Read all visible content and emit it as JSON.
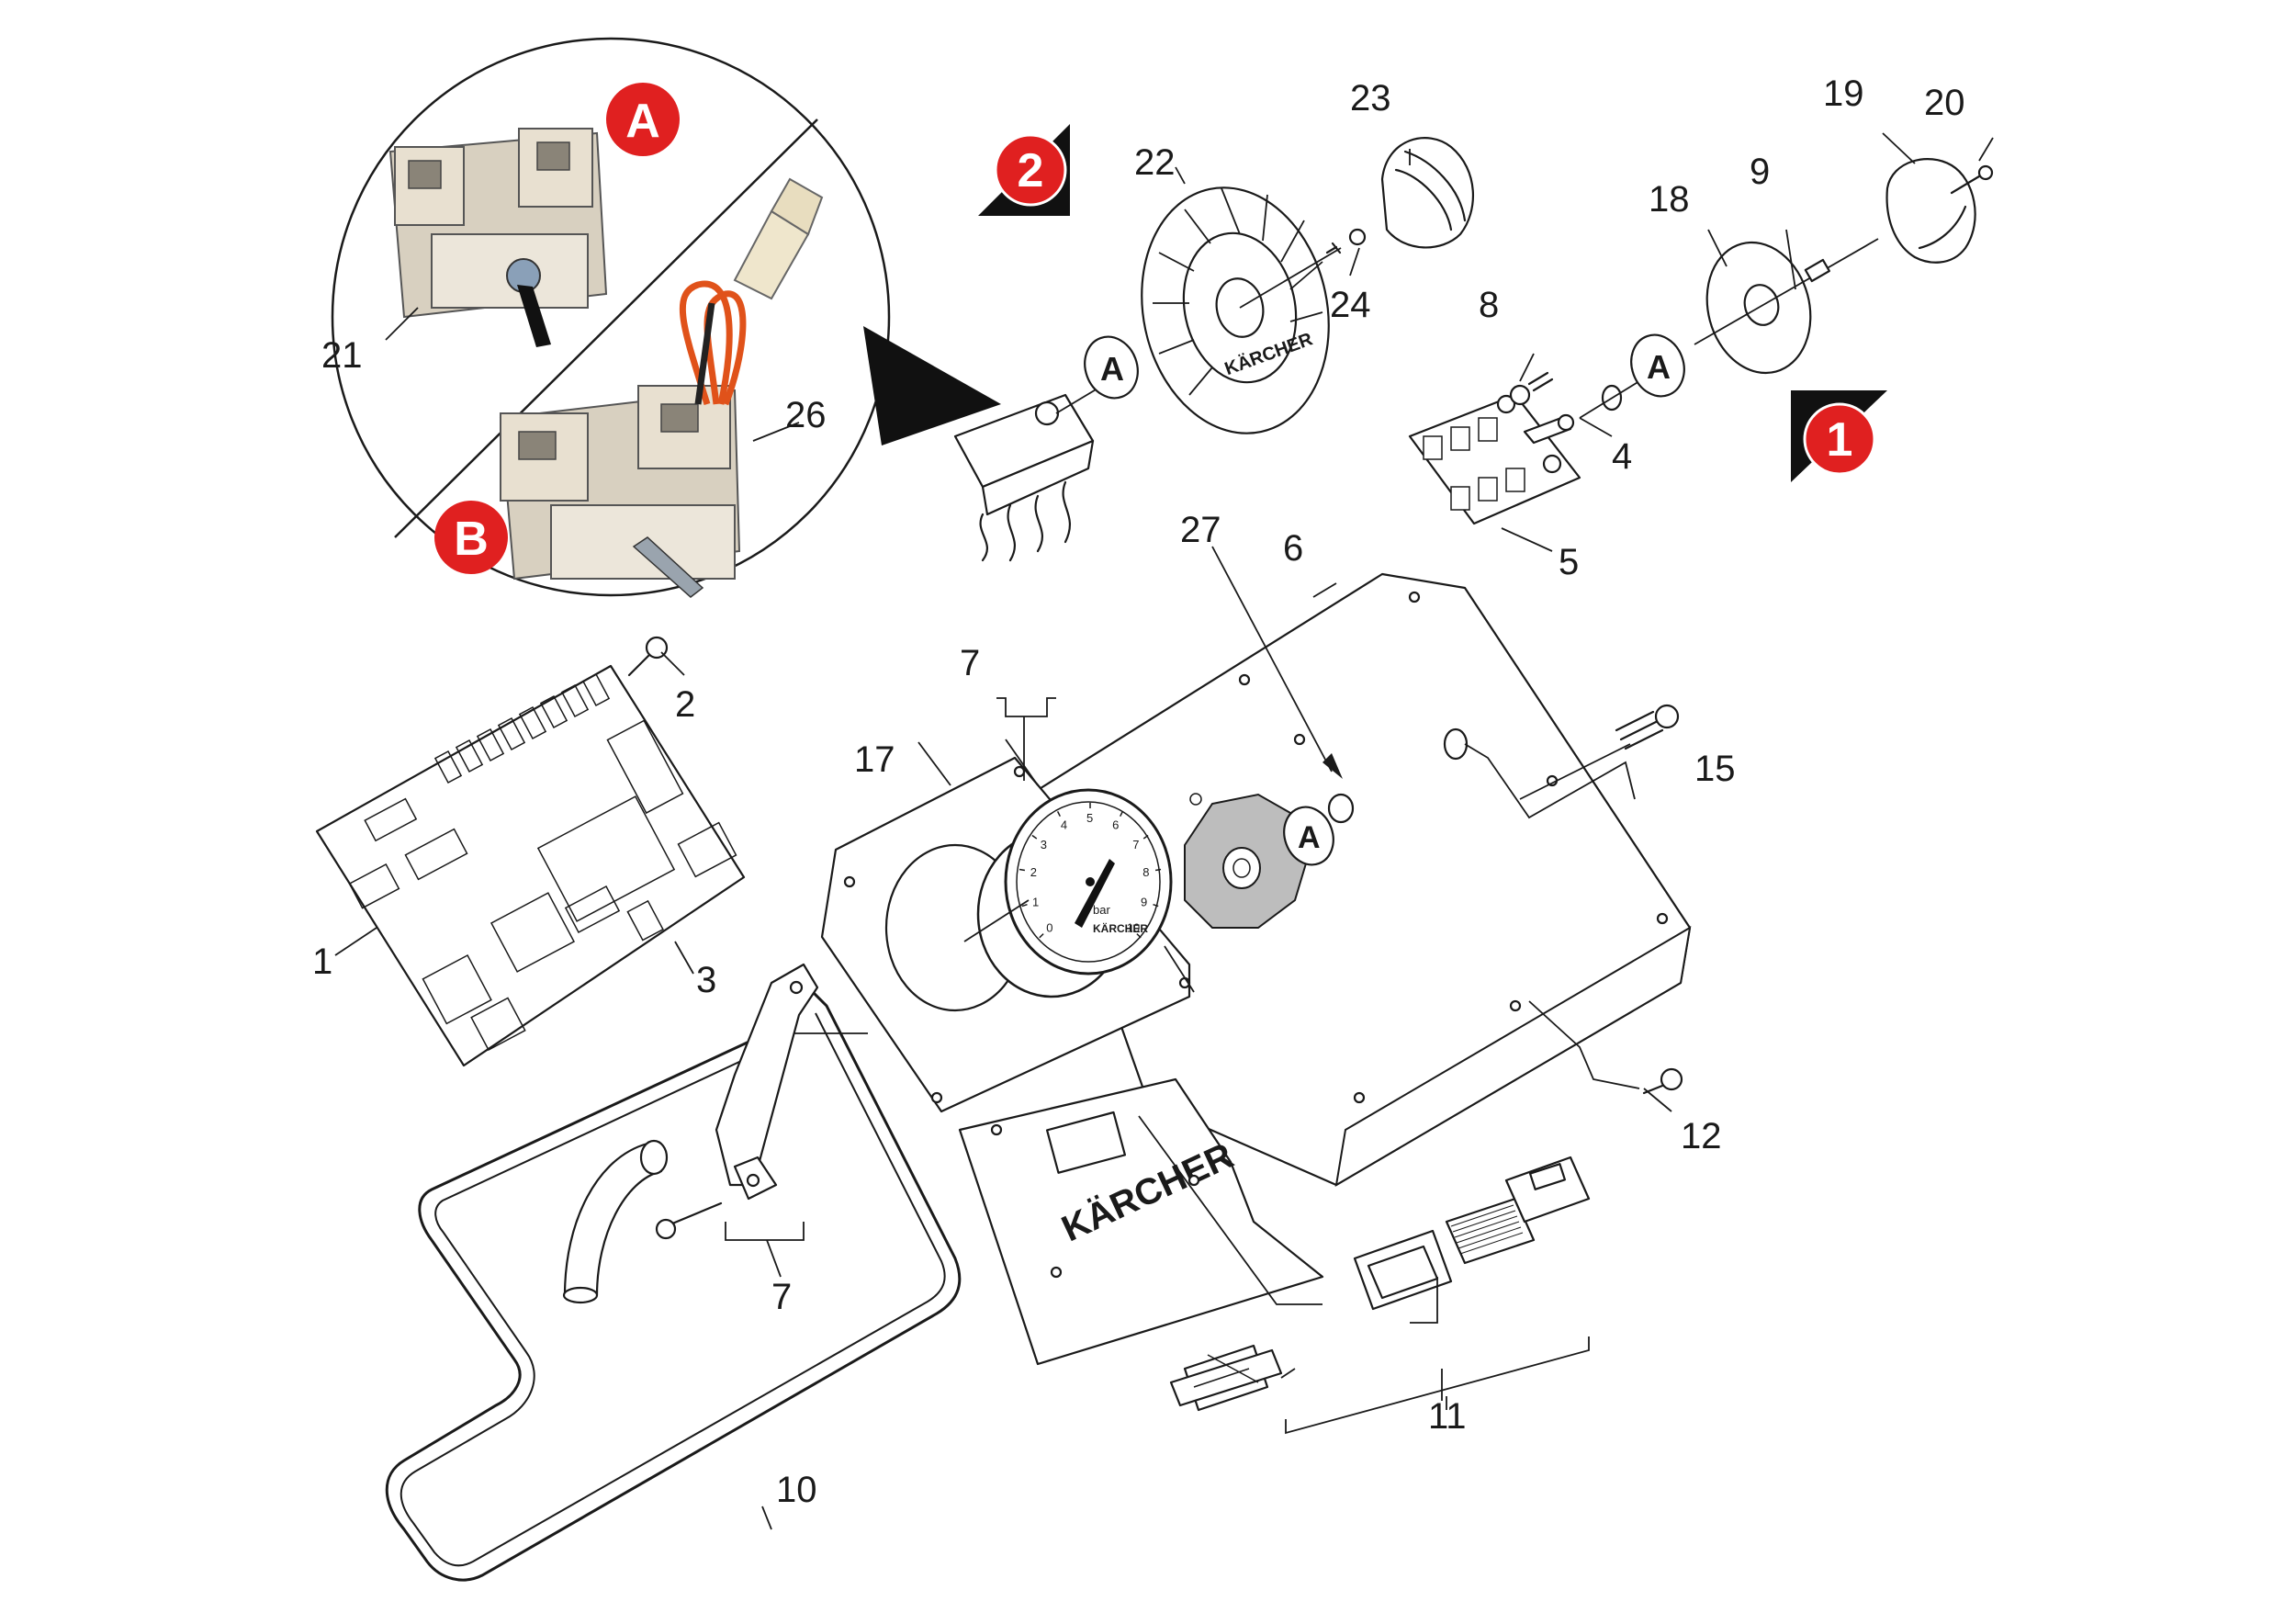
{
  "diagram": {
    "part_numbers": {
      "p1": "1",
      "p2": "2",
      "p3": "3",
      "p4": "4",
      "p5": "5",
      "p6": "6",
      "p7a": "7",
      "p7b": "7",
      "p8": "8",
      "p9": "9",
      "p10": "10",
      "p11": "11",
      "p12": "12",
      "p15": "15",
      "p17": "17",
      "p18": "18",
      "p19": "19",
      "p20": "20",
      "p21": "21",
      "p22": "22",
      "p23": "23",
      "p24": "24",
      "p26": "26",
      "p27": "27"
    },
    "variant_badges": {
      "a": "A",
      "b": "B"
    },
    "corner_badges": {
      "one": "1",
      "two": "2"
    },
    "reference_marker": "A",
    "brand": "KÄRCHER",
    "gauge": {
      "unit": "bar",
      "scale": [
        "0",
        "1",
        "2",
        "3",
        "4",
        "5",
        "6",
        "7",
        "8",
        "9",
        "10"
      ]
    },
    "colors": {
      "badge_red": "#e02020",
      "wire_orange": "#e0521a"
    }
  }
}
